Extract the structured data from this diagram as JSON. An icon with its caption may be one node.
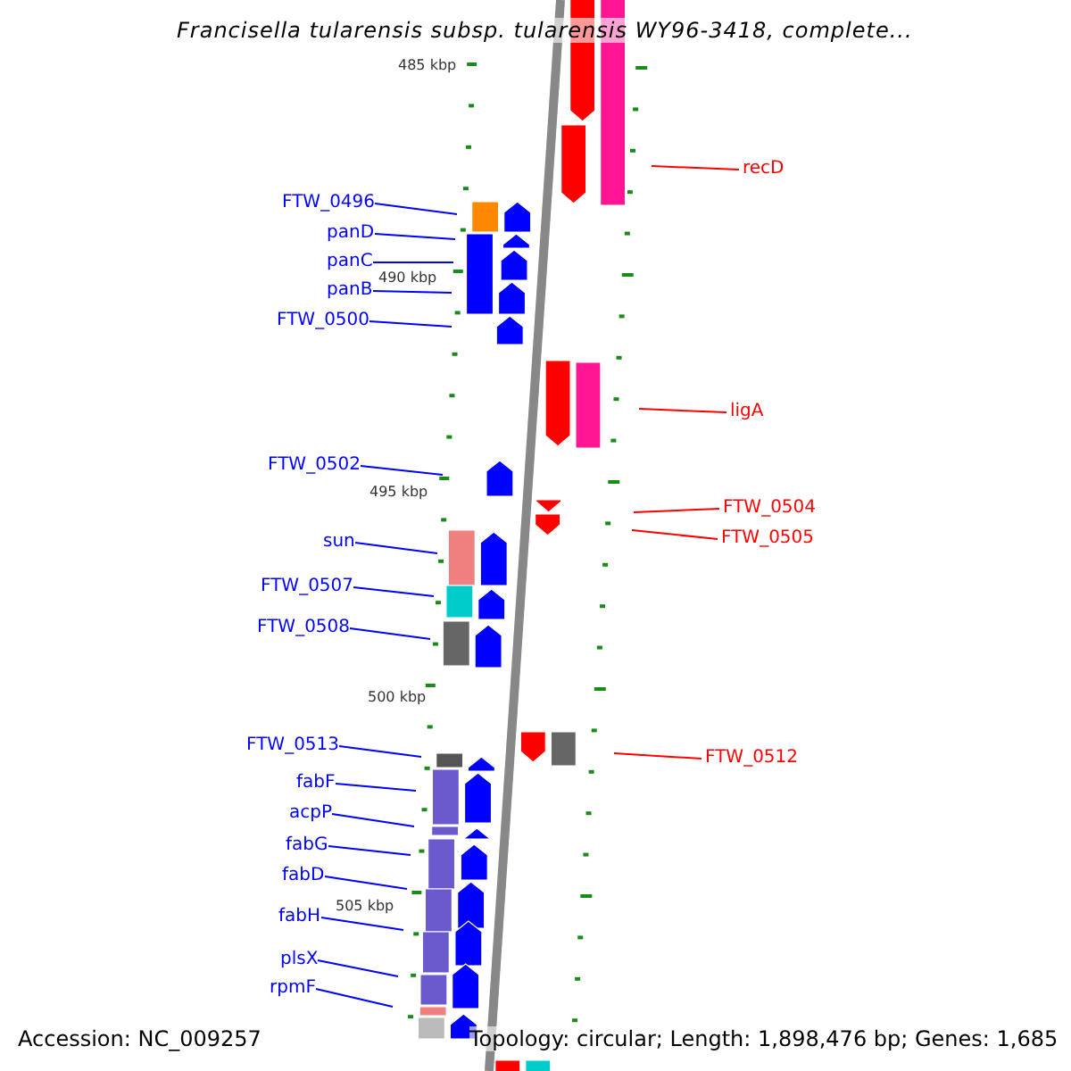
{
  "diagram": {
    "title": "Francisella tularensis subsp. tularensis WY96-3418, complete...",
    "nodes": [
      {
        "text": [
          "recD"
        ]
      },
      {
        "text": [
          "FTW_0496"
        ]
      },
      {
        "text": [
          "panD"
        ]
      },
      {
        "text": [
          "panC"
        ]
      },
      {
        "text": [
          "panB"
        ]
      },
      {
        "text": [
          "FTW_0500"
        ]
      },
      {
        "text": [
          "ligA"
        ]
      },
      {
        "text": [
          "FTW_0502"
        ]
      },
      {
        "text": [
          "FTW_0504"
        ]
      },
      {
        "text": [
          "FTW_0505"
        ]
      },
      {
        "text": [
          "sun"
        ]
      },
      {
        "text": [
          "FTW_0507"
        ]
      },
      {
        "text": [
          "FTW_0508"
        ]
      },
      {
        "text": [
          "FTW_0513"
        ]
      },
      {
        "text": [
          "FTW_0512"
        ]
      },
      {
        "text": [
          "fabF"
        ]
      },
      {
        "text": [
          "acpP"
        ]
      },
      {
        "text": [
          "fabG"
        ]
      },
      {
        "text": [
          "fabD"
        ]
      },
      {
        "text": [
          "fabH"
        ]
      },
      {
        "text": [
          "plsX"
        ]
      },
      {
        "text": [
          "rpmF"
        ]
      }
    ],
    "edges": [
      {
        "from": 0,
        "to": null,
        "arrow": "none",
        "color": "#ff0000"
      },
      {
        "from": 1,
        "to": null,
        "arrow": "none"
      },
      {
        "from": 2,
        "to": null,
        "arrow": "none"
      },
      {
        "from": 3,
        "to": null,
        "arrow": "none"
      },
      {
        "from": 4,
        "to": null,
        "arrow": "none"
      },
      {
        "from": 5,
        "to": null,
        "arrow": "none"
      },
      {
        "from": 6,
        "to": null,
        "arrow": "none",
        "color": "#ff0000"
      },
      {
        "from": 7,
        "to": null,
        "arrow": "none"
      },
      {
        "from": 8,
        "to": null,
        "arrow": "none",
        "color": "#ff0000"
      },
      {
        "from": 9,
        "to": null,
        "arrow": "none",
        "color": "#ff0000"
      },
      {
        "from": 10,
        "to": null,
        "arrow": "none"
      },
      {
        "from": 11,
        "to": null,
        "arrow": "none"
      },
      {
        "from": 12,
        "to": null,
        "arrow": "none"
      },
      {
        "from": 13,
        "to": null,
        "arrow": "none"
      },
      {
        "from": 14,
        "to": null,
        "arrow": "none",
        "color": "#ff0000"
      },
      {
        "from": 15,
        "to": null,
        "arrow": "none"
      },
      {
        "from": 16,
        "to": null,
        "arrow": "none"
      },
      {
        "from": 17,
        "to": null,
        "arrow": "none"
      },
      {
        "from": 18,
        "to": null,
        "arrow": "none"
      },
      {
        "from": 19,
        "to": null,
        "arrow": "none"
      },
      {
        "from": 20,
        "to": null,
        "arrow": "none"
      },
      {
        "from": 21,
        "to": null,
        "arrow": "none"
      }
    ],
    "labels": [
      "485 kbp",
      "490 kbp",
      "495 kbp",
      "500 kbp",
      "505 kbp",
      "Accession: NC_009257",
      "Topology: circular; Length: 1,898,476 bp; Genes: 1,685"
    ]
  }
}
